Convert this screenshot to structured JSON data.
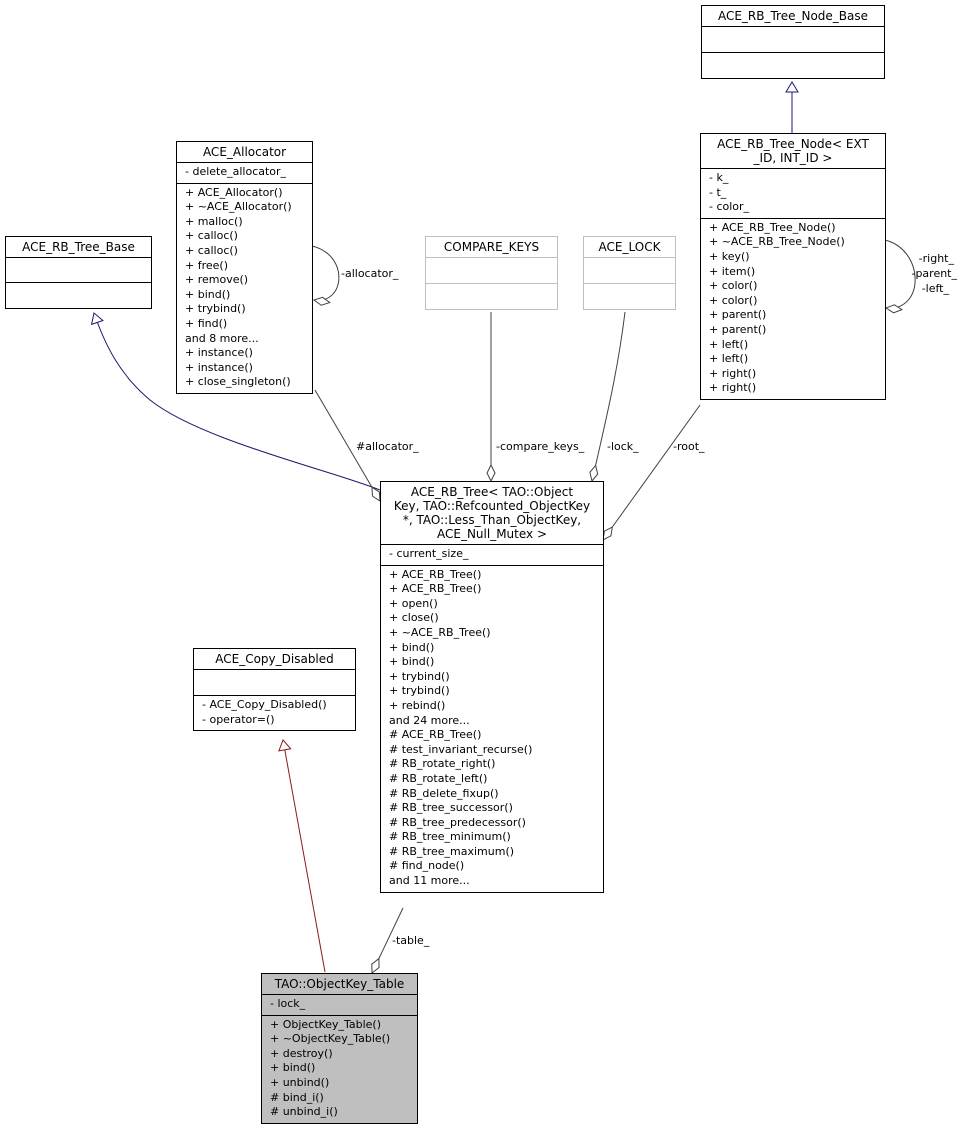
{
  "nodes": {
    "node_base": {
      "title": [
        "ACE_RB_Tree_Node_Base"
      ],
      "attrs": [],
      "methods": []
    },
    "tree_base": {
      "title": [
        "ACE_RB_Tree_Base"
      ],
      "attrs": [],
      "methods": []
    },
    "allocator": {
      "title": [
        "ACE_Allocator"
      ],
      "attrs": [
        "- delete_allocator_"
      ],
      "methods": [
        "+ ACE_Allocator()",
        "+ ~ACE_Allocator()",
        "+ malloc()",
        "+ calloc()",
        "+ calloc()",
        "+ free()",
        "+ remove()",
        "+ bind()",
        "+ trybind()",
        "+ find()",
        "and 8 more...",
        "+ instance()",
        "+ instance()",
        "+ close_singleton()"
      ]
    },
    "compare_keys": {
      "title": [
        "COMPARE_KEYS"
      ],
      "attrs": [],
      "methods": []
    },
    "ace_lock": {
      "title": [
        "ACE_LOCK"
      ],
      "attrs": [],
      "methods": []
    },
    "rb_node": {
      "title": [
        "ACE_RB_Tree_Node< EXT",
        "_ID, INT_ID >"
      ],
      "attrs": [
        "- k_",
        "- t_",
        "- color_"
      ],
      "methods": [
        "+ ACE_RB_Tree_Node()",
        "+ ~ACE_RB_Tree_Node()",
        "+ key()",
        "+ item()",
        "+ color()",
        "+ color()",
        "+ parent()",
        "+ parent()",
        "+ left()",
        "+ left()",
        "+ right()",
        "+ right()"
      ]
    },
    "rb_tree": {
      "title": [
        "ACE_RB_Tree< TAO::Object",
        "Key, TAO::Refcounted_ObjectKey",
        " *, TAO::Less_Than_ObjectKey,",
        " ACE_Null_Mutex >"
      ],
      "attrs": [
        "- current_size_"
      ],
      "methods": [
        "+ ACE_RB_Tree()",
        "+ ACE_RB_Tree()",
        "+ open()",
        "+ close()",
        "+ ~ACE_RB_Tree()",
        "+ bind()",
        "+ bind()",
        "+ trybind()",
        "+ trybind()",
        "+ rebind()",
        "and 24 more...",
        "# ACE_RB_Tree()",
        "# test_invariant_recurse()",
        "# RB_rotate_right()",
        "# RB_rotate_left()",
        "# RB_delete_fixup()",
        "# RB_tree_successor()",
        "# RB_tree_predecessor()",
        "# RB_tree_minimum()",
        "# RB_tree_maximum()",
        "# find_node()",
        "and 11 more..."
      ]
    },
    "copy_disabled": {
      "title": [
        "ACE_Copy_Disabled"
      ],
      "attrs": [],
      "methods": [
        "- ACE_Copy_Disabled()",
        "- operator=()"
      ]
    },
    "objectkey_table": {
      "title": [
        "TAO::ObjectKey_Table"
      ],
      "attrs": [
        "- lock_"
      ],
      "methods": [
        "+ ObjectKey_Table()",
        "+ ~ObjectKey_Table()",
        "+ destroy()",
        "+ bind()",
        "+ unbind()",
        "# bind_i()",
        "# unbind_i()"
      ]
    }
  },
  "edge_labels": {
    "allocator_self": "-allocator_",
    "allocator": "#allocator_",
    "compare_keys": "-compare_keys_",
    "lock": "-lock_",
    "root": "-root_",
    "node_right": "-right_",
    "node_parent": "-parent_",
    "node_left": "-left_",
    "table": "-table_"
  },
  "colors": {
    "inherit_public": "#191970",
    "inherit_private": "#8b1a1a",
    "usage": "#404040",
    "highlight": "#bfbfbf",
    "template_border": "#bfbfbf"
  }
}
